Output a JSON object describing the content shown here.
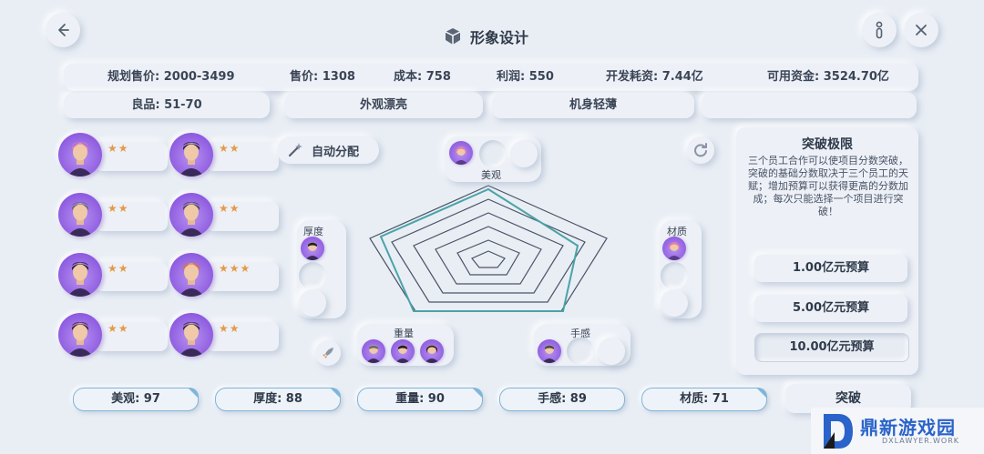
{
  "header": {
    "title": "形象设计",
    "back_icon": "arrow-left-icon",
    "info_icon": "info-icon",
    "close_icon": "close-icon",
    "cube_icon": "cube-icon"
  },
  "stats": {
    "planned_price": "规划售价: 2000-3499",
    "price": "售价: 1308",
    "cost": "成本: 758",
    "profit": "利润: 550",
    "dev_cost": "开发耗资: 7.44亿",
    "funds": "可用资金: 3524.70亿",
    "quality": "良品: 51-70"
  },
  "tags": [
    "外观漂亮",
    "机身轻薄",
    ""
  ],
  "staff": [
    {
      "stars": "★★",
      "hair": "#e07bb0"
    },
    {
      "stars": "★★",
      "hair": "#2a2a2a"
    },
    {
      "stars": "★★",
      "hair": "#6b6b6b"
    },
    {
      "stars": "★★",
      "hair": "#4a4a4a"
    },
    {
      "stars": "★★",
      "hair": "#222222"
    },
    {
      "stars": "★★★",
      "hair": "#d9743a"
    },
    {
      "stars": "★★",
      "hair": "#3a2a22"
    },
    {
      "stars": "★★",
      "hair": "#2b2b2b"
    }
  ],
  "auto_assign": "自动分配",
  "radar_labels": {
    "top": "美观",
    "left": "厚度",
    "right": "材质",
    "bottom_left": "重量",
    "bottom_right": "手感"
  },
  "panel": {
    "title": "突破极限",
    "desc": "三个员工合作可以使项目分数突破，突破的基础分数取决于三个员工的天赋；增加预算可以获得更高的分数加成；每次只能选择一个项目进行突破！",
    "budgets": [
      "1.00亿元预算",
      "5.00亿元预算",
      "10.00亿元预算"
    ]
  },
  "scores": [
    "美观: 97",
    "厚度: 88",
    "重量: 90",
    "手感: 89",
    "材质: 71"
  ],
  "breakthrough_button": "突破",
  "watermark": {
    "main": "鼎新游戏园",
    "sub": "DXLAWYER.WORK"
  },
  "colors": {
    "accent_purple": "#8e5ce0",
    "radar_line": "#4aa3a8",
    "radar_grid": "#4a5466",
    "star": "#e59a4a",
    "score_border": "#7fb6d9"
  }
}
